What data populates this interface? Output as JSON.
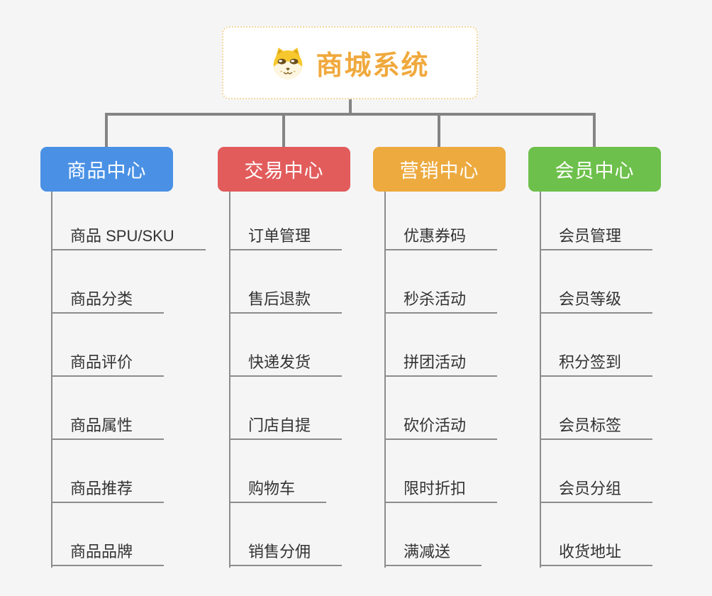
{
  "page": {
    "background_color": "#f5f5f6",
    "connector_color": "#848484",
    "underline_color": "#8c8c8c"
  },
  "root": {
    "title": "商城系统",
    "icon": "dog-face-icon",
    "text_color": "#f0a93d",
    "border_color": "#f3d79f"
  },
  "branches": [
    {
      "label": "商品中心",
      "color": "#4a91e5",
      "items": [
        "商品 SPU/SKU",
        "商品分类",
        "商品评价",
        "商品属性",
        "商品推荐",
        "商品品牌"
      ]
    },
    {
      "label": "交易中心",
      "color": "#e25c5c",
      "items": [
        "订单管理",
        "售后退款",
        "快递发货",
        "门店自提",
        "购物车",
        "销售分佣"
      ]
    },
    {
      "label": "营销中心",
      "color": "#edaa3f",
      "items": [
        "优惠券码",
        "秒杀活动",
        "拼团活动",
        "砍价活动",
        "限时折扣",
        "满减送"
      ]
    },
    {
      "label": "会员中心",
      "color": "#6dc04b",
      "items": [
        "会员管理",
        "会员等级",
        "积分签到",
        "会员标签",
        "会员分组",
        "收货地址"
      ]
    }
  ]
}
